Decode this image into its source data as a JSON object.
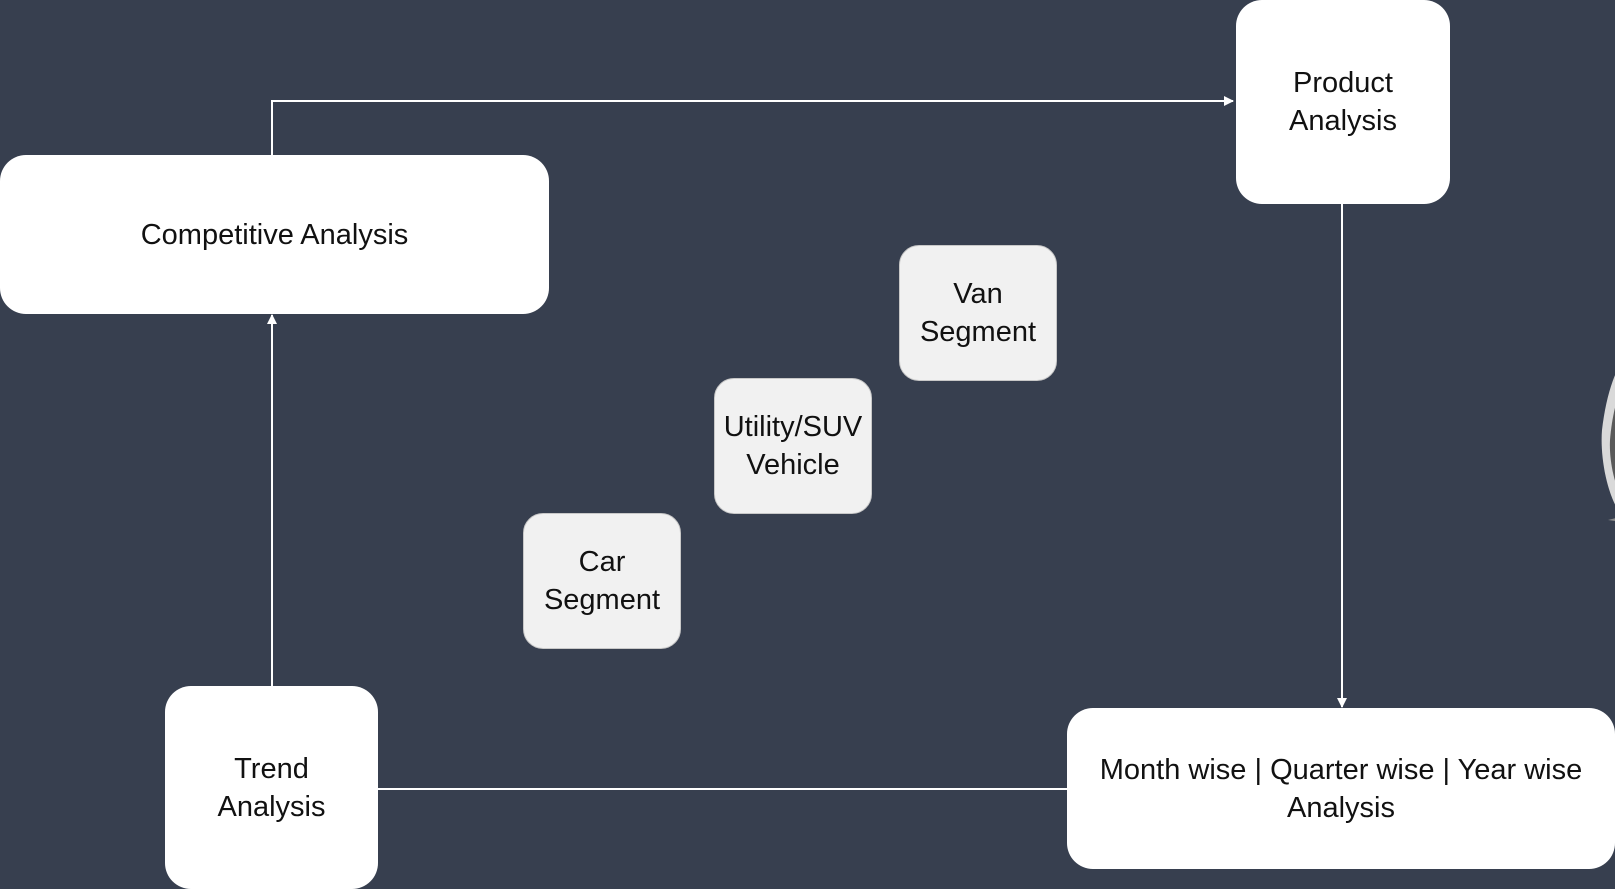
{
  "nodes": {
    "product_analysis": "Product\nAnalysis",
    "competitive_analysis": "Competitive Analysis",
    "van_segment": "Van\nSegment",
    "utility_suv_vehicle": "Utility/SUV\nVehicle",
    "car_segment": "Car\nSegment",
    "trend_analysis": "Trend\nAnalysis",
    "period_analysis": "Month wise | Quarter wise | Year wise\nAnalysis"
  },
  "colors": {
    "background": "#373f4f",
    "node_fill": "#ffffff",
    "segment_fill": "#f1f1f1",
    "connector": "#ffffff"
  },
  "icons": [
    "car-image"
  ]
}
